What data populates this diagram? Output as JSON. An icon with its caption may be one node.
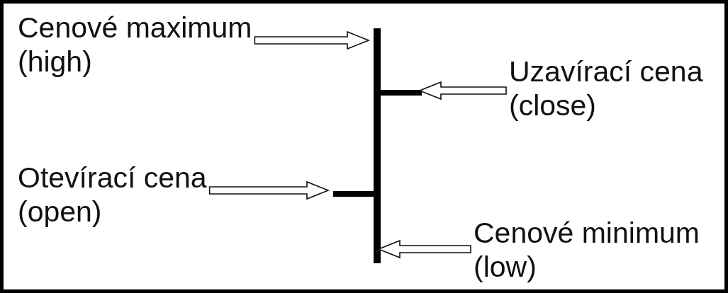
{
  "diagram": {
    "nodes": [
      {
        "text": [
          "Cenové maximum (high)"
        ]
      },
      {
        "text": [
          "Uzavírací cena (close)"
        ]
      },
      {
        "text": [
          "Otevírací cena (open)"
        ]
      },
      {
        "text": [
          "Cenové minimum (low)"
        ]
      },
      {
        "text": [],
        "shape": "bar"
      },
      {
        "text": [],
        "shape": "bar"
      },
      {
        "text": [],
        "shape": "bar"
      }
    ],
    "edges": [
      {
        "from": 0,
        "to": 4,
        "arrow": "to"
      },
      {
        "from": 1,
        "to": 5,
        "arrow": "to"
      },
      {
        "from": 2,
        "to": 6,
        "arrow": "to"
      },
      {
        "from": 3,
        "to": 4,
        "arrow": "to"
      }
    ]
  }
}
